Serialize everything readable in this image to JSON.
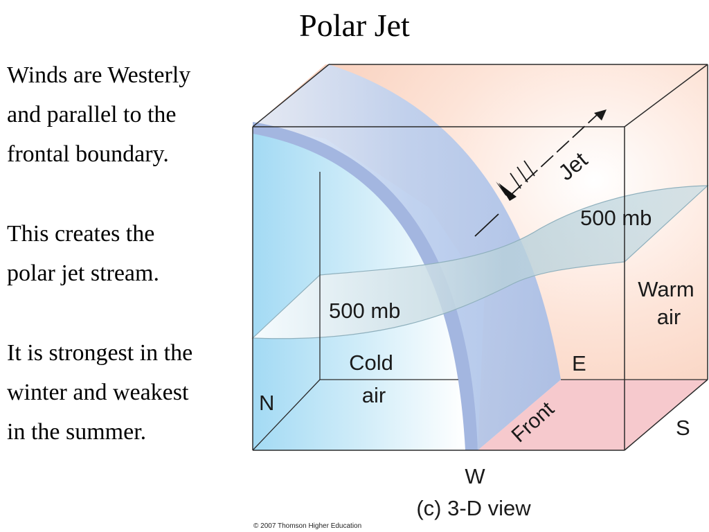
{
  "title": "Polar Jet",
  "paragraphs": [
    [
      "Winds are Westerly",
      "and parallel to the",
      "frontal boundary."
    ],
    [
      "This creates the",
      "polar jet stream."
    ],
    [
      "It is strongest in the",
      "winter and weakest",
      "in the summer."
    ]
  ],
  "diagram": {
    "jet_label": "Jet",
    "isobar_label_warm": "500 mb",
    "isobar_label_cold": "500 mb",
    "warm_air": [
      "Warm",
      "air"
    ],
    "cold_air": [
      "Cold",
      "air"
    ],
    "front_label": "Front",
    "dir_n": "N",
    "dir_s": "S",
    "dir_e": "E",
    "dir_w": "W",
    "caption": "(c) 3-D view",
    "colors": {
      "warm_air": "#f9d2c0",
      "front_ground": "#f6c8cc",
      "cold_air": "#a9dcf4",
      "front_surface": "#a8bde6",
      "isobar_surface": "#a9c6d0"
    }
  },
  "copyright": "© 2007 Thomson Higher Education"
}
